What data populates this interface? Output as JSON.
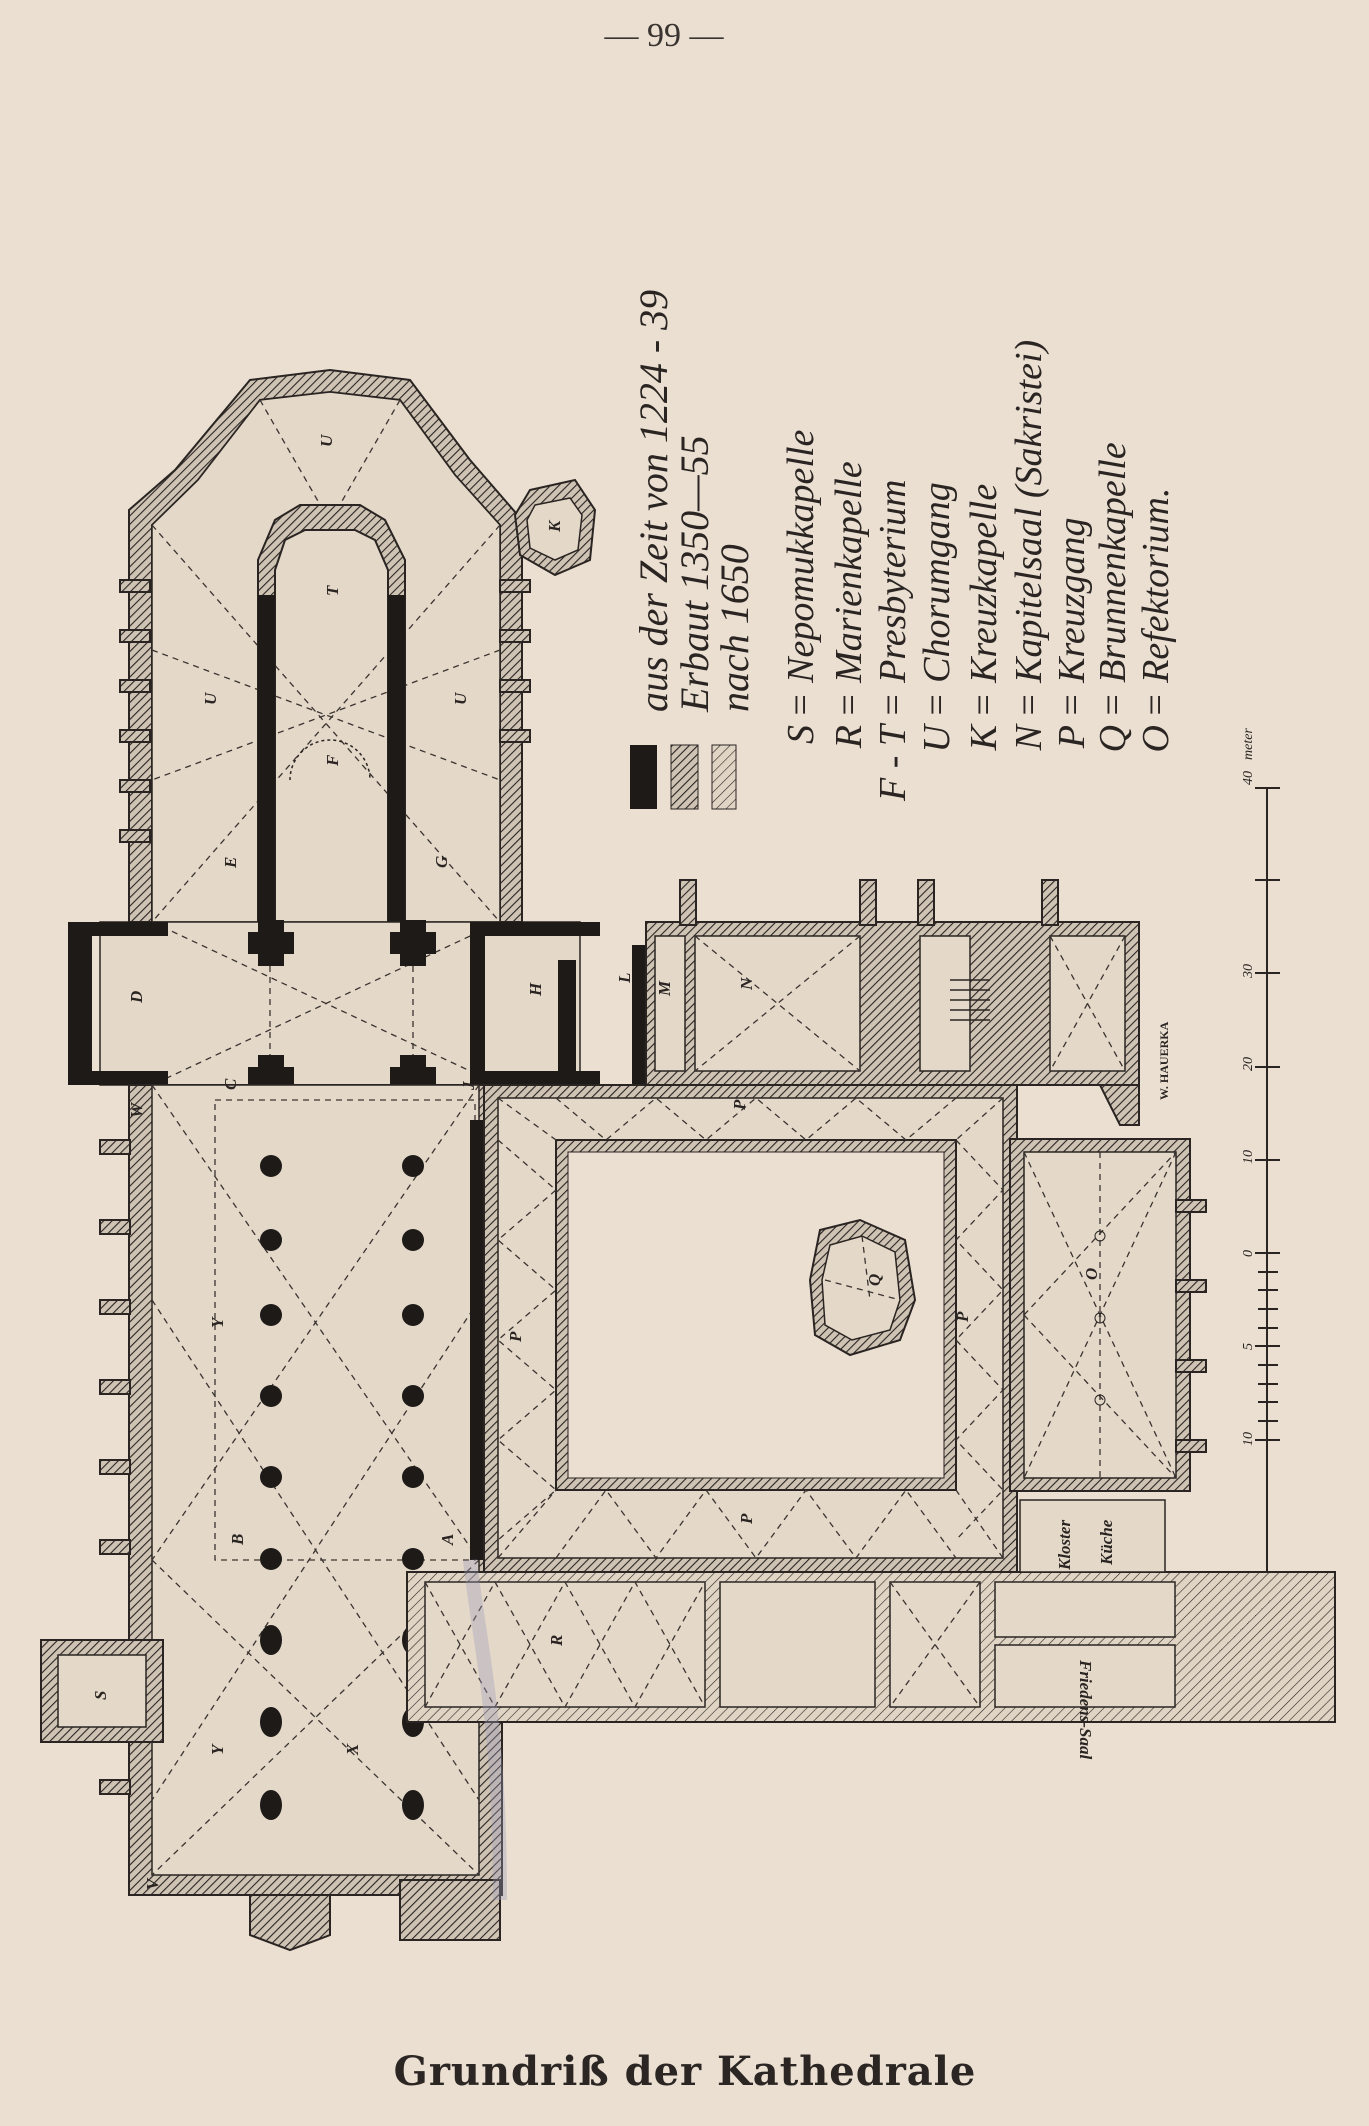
{
  "page_number": "— 99 —",
  "caption": "Grundriß der Kathedrale",
  "legend": {
    "periods": [
      {
        "label": "aus der Zeit von 1224 - 39",
        "swatch": "solid-black"
      },
      {
        "label": "Erbaut 1350—55",
        "swatch": "dense-hatch"
      },
      {
        "label": "nach 1650",
        "swatch": "light-hatch"
      }
    ],
    "keys": [
      {
        "key": "S",
        "name": "= Nepomukkapelle"
      },
      {
        "key": "R",
        "name": "= Marienkapelle"
      },
      {
        "key": "F - T",
        "name": "= Presbyterium"
      },
      {
        "key": "U",
        "name": "= Chorumgang"
      },
      {
        "key": "K",
        "name": "= Kreuzkapelle"
      },
      {
        "key": "N",
        "name": "= Kapitelsaal (Sakristei)"
      },
      {
        "key": "P",
        "name": "= Kreuzgang"
      },
      {
        "key": "Q",
        "name": "= Brunnenkapelle"
      },
      {
        "key": "O",
        "name": "= Refektorium."
      }
    ]
  },
  "scale": {
    "unit": "meter",
    "ticks": [
      "40",
      "30",
      "20",
      "10",
      "0",
      "5",
      "10"
    ]
  },
  "signature": "W. HAUERKA",
  "plan_labels": {
    "U1": "U",
    "U2": "U",
    "U3": "U",
    "T": "T",
    "F": "F",
    "K": "K",
    "E": "E",
    "G": "G",
    "D": "D",
    "H": "H",
    "L": "L",
    "M": "M",
    "N": "N",
    "C": "C",
    "J": "J",
    "W": "W",
    "P1": "P",
    "P2": "P",
    "P3": "P",
    "P4": "P",
    "Y1": "Y",
    "Y2": "Y",
    "Q": "Q",
    "O": "O",
    "B": "B",
    "A": "A",
    "R": "R",
    "S": "S",
    "X": "X",
    "V": "V",
    "kloster": "Kloster",
    "kuche": "Küche",
    "friedens": "Friedens-Saal"
  },
  "colors": {
    "paper": "#eadfd1",
    "ink": "#2a2522"
  }
}
